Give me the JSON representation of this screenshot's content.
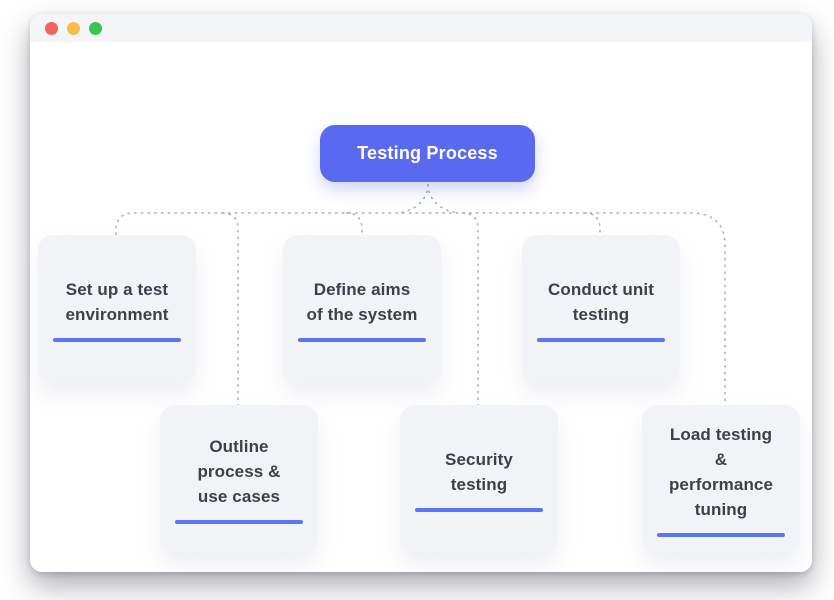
{
  "window": {
    "titlebar": {
      "buttons": [
        {
          "name": "close",
          "color": "#f4645d"
        },
        {
          "name": "minimize",
          "color": "#f7bd4a"
        },
        {
          "name": "maximize",
          "color": "#3bc451"
        }
      ]
    }
  },
  "diagram": {
    "root": {
      "label": "Testing Process"
    },
    "nodes": [
      {
        "key": "set-up-test-environment",
        "label": "Set up a test\nenvironment"
      },
      {
        "key": "define-aims-of-system",
        "label": "Define aims\nof the system"
      },
      {
        "key": "conduct-unit-testing",
        "label": "Conduct unit\ntesting"
      },
      {
        "key": "outline-process-use-cases",
        "label": "Outline\nprocess &\nuse cases"
      },
      {
        "key": "security-testing",
        "label": "Security\ntesting"
      },
      {
        "key": "load-testing-perf-tuning",
        "label": "Load testing\n&\nperformance\ntuning"
      }
    ],
    "colors": {
      "root_bg": "#5969f0",
      "root_text": "#ffffff",
      "node_bg": "#f1f3f6",
      "node_text": "#3b414b",
      "underline": "#5b76f3",
      "connector": "#a8adb5",
      "titlebar_bg": "#f4f5f7"
    }
  }
}
